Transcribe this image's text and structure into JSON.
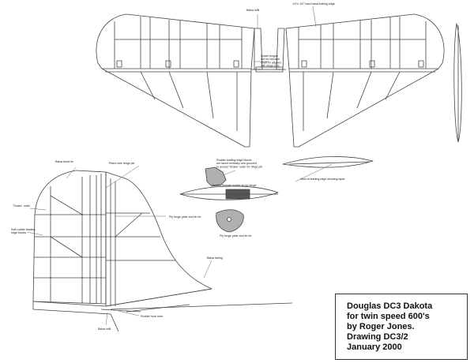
{
  "title_block": {
    "lines": [
      "Douglas DC3 Dakota",
      "for twin speed 600's",
      "by Roger Jones.",
      "Drawing DC3/2",
      "January 2000"
    ]
  },
  "labels": {
    "balsa_infill_top": "Balsa infill",
    "trailing_edge": "1/4\"x 1/2\" hard balsa trailing edge",
    "dowel_tongue": "Dowel tongue\nrod for elevator\nshaft for aligned\nwith hinge pins",
    "rudder_blocks": "Rudder leading edge blocks\nare laced vertically and grooved\nto accept \"Snake\" outer for hinge pin",
    "balsa_block_fin": "Balsa block fin",
    "piano_wire_hinge": "Piano wire hinge pin",
    "snake_outer": "\"Snake\" outer",
    "soft_rudder_blocks": "Soft rudder leading\nedge blocks",
    "section_rudder": "Section through rudder at top hinge",
    "ply_hinge_plate_1": "Ply hinge plate and fin rib",
    "ply_hinge_plate_2": "Ply hinge plate and fin rib",
    "view_leading_edge": "View at leading edge showing taper",
    "balsa_fairing": "Balsa fairing",
    "rudder_horn": "Rudder horn here",
    "balsa_infill_bottom": "Balsa infill"
  },
  "colors": {
    "line": "#444444",
    "grey_fill": "#b0b0b0",
    "dark_grey": "#555555"
  }
}
